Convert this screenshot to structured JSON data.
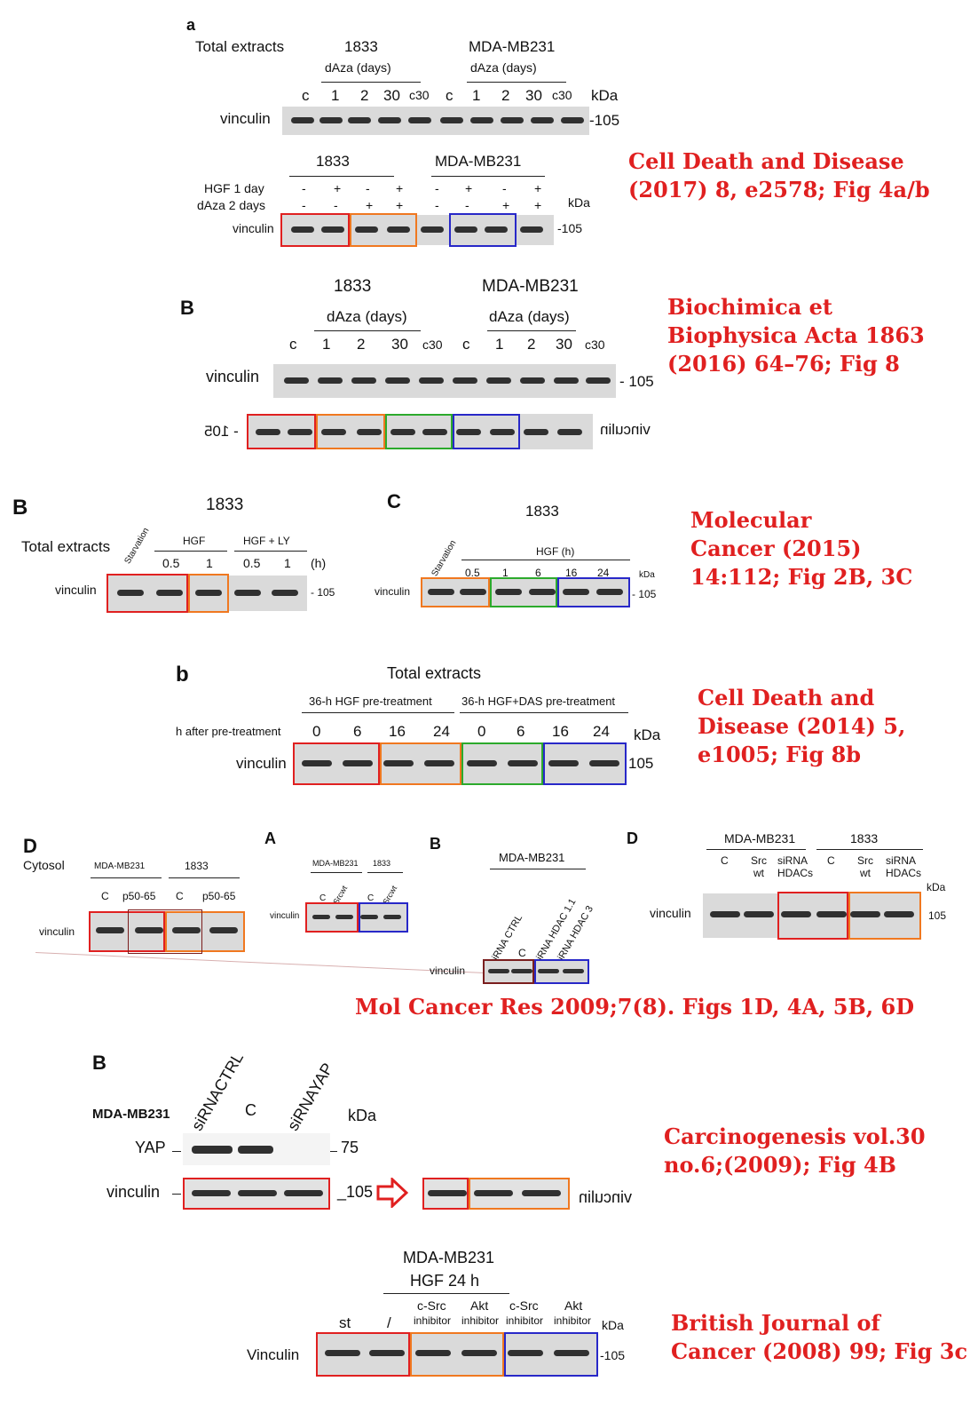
{
  "colors": {
    "citation": "#e02020",
    "red_box": "#e02020",
    "orange_box": "#f07820",
    "green_box": "#2caa2c",
    "blue_box": "#2828c8"
  },
  "p1": {
    "letter": "a",
    "total": "Total extracts",
    "cell1": "1833",
    "cell2": "MDA-MB231",
    "daza": "dAza (days)",
    "lanes": [
      "c",
      "1",
      "2",
      "30",
      "c30",
      "c",
      "1",
      "2",
      "30",
      "c30"
    ],
    "kda": "kDa",
    "vinculin": "vinculin",
    "mw": "-105",
    "cell1b": "1833",
    "cell2b": "MDA-MB231",
    "hgf": "HGF  1  day",
    "daza2": "dAza  2 days",
    "hgf_signs": [
      "-",
      "+",
      "-",
      "+",
      "-",
      "+",
      "-",
      "+"
    ],
    "daza_signs": [
      "-",
      "-",
      "+",
      "+",
      "-",
      "-",
      "+",
      "+"
    ],
    "kda2": "kDa",
    "vinculin2": "vinculin",
    "mw2": "-105",
    "citation": [
      "Cell Death and Disease",
      "(2017) 8, e2578; Fig 4a/b"
    ]
  },
  "p2": {
    "letter": "B",
    "cell1": "1833",
    "cell2": "MDA-MB231",
    "daza1": "dAza (days)",
    "daza2": "dAza (days)",
    "lanes": [
      "c",
      "1",
      "2",
      "30",
      "c30",
      "c",
      "1",
      "2",
      "30",
      "c30"
    ],
    "vinculin": "vinculin",
    "mw": "- 105",
    "mirror_vinculin": "vinculin",
    "mirror_mw": "- 105",
    "citation": [
      "Biochimica et",
      "Biophysica Acta 1863",
      "(2016) 64–76; Fig 8"
    ]
  },
  "p3": {
    "letterB": "B",
    "cellB": "1833",
    "total": "Total extracts",
    "starv": "Starvation",
    "hgf": "HGF",
    "hgfly": "HGF + LY",
    "timesB": [
      "0.5",
      "1",
      "0.5",
      "1"
    ],
    "h": "(h)",
    "vinculinB": "vinculin",
    "mwB": "- 105",
    "letterC": "C",
    "cellC": "1833",
    "starvC": "Starvation",
    "hgfh": "HGF (h)",
    "timesC": [
      "0.5",
      "1",
      "6",
      "16",
      "24"
    ],
    "kdaC": "kDa",
    "vinculinC": "vinculin",
    "mwC": "- 105",
    "citation": [
      "Molecular",
      "Cancer (2015)",
      "14:112; Fig 2B, 3C"
    ]
  },
  "p4": {
    "letter": "b",
    "total": "Total   extracts",
    "pre1": "36-h HGF  pre-treatment",
    "pre2": "36-h HGF+DAS pre-treatment",
    "hafter": "h after pre-treatment",
    "times": [
      "0",
      "6",
      "16",
      "24",
      "0",
      "6",
      "16",
      "24"
    ],
    "kda": "kDa",
    "vinculin": "vinculin",
    "mw": "105",
    "citation": [
      "Cell Death and",
      "Disease (2014) 5,",
      "e1005; Fig 8b"
    ]
  },
  "p5": {
    "D1": {
      "letter": "D",
      "cytosol": "Cytosol",
      "cell1": "MDA-MB231",
      "cell2": "1833",
      "lanes": [
        "C",
        "p50-65",
        "C",
        "p50-65"
      ],
      "vinculin": "vinculin"
    },
    "A": {
      "letter": "A",
      "cell1": "MDA-MB231",
      "cell2": "1833",
      "lanes": [
        "C",
        "Srcwt",
        "C",
        "Srcwt"
      ],
      "vinculin": "vinculin"
    },
    "B": {
      "letter": "B",
      "cell": "MDA-MB231",
      "lanes": [
        "siRNA CTRL",
        "C",
        "siRNA HDAC 1.1",
        "siRNA HDAC 3"
      ],
      "vinculin": "vinculin"
    },
    "D2": {
      "letter": "D",
      "cell1": "MDA-MB231",
      "cell2": "1833",
      "lanes": [
        "C",
        "Src wt",
        "siRNA HDACs",
        "C",
        "Src wt",
        "siRNA HDACs"
      ],
      "kda": "kDa",
      "vinculin": "vinculin",
      "mw": "105"
    },
    "citation": "Mol Cancer Res 2009;7(8). Figs 1D, 4A, 5B, 6D"
  },
  "p6": {
    "letter": "B",
    "cell": "MDA-MB231",
    "lanes": [
      "siRNACTRL",
      "C",
      "siRNAYAP"
    ],
    "kda": "kDa",
    "yap": "YAP",
    "mw75": "75",
    "vinculin": "vinculin",
    "mw105": "105",
    "mirror_vinculin": "vinculin",
    "citation": [
      "Carcinogenesis vol.30",
      "no.6;(2009); Fig 4B"
    ]
  },
  "p7": {
    "cell": "MDA-MB231",
    "hgf": "HGF 24 h",
    "lanes": [
      "st",
      "/",
      "c-Src",
      "inhibitor",
      "Akt",
      "inhibitor",
      "c-Src",
      "inhibitor",
      "Akt",
      "inhibitor"
    ],
    "kda": "kDa",
    "vinculin": "Vinculin",
    "mw": "105",
    "citation": [
      "British Journal of",
      "Cancer (2008) 99; Fig 3c"
    ]
  }
}
